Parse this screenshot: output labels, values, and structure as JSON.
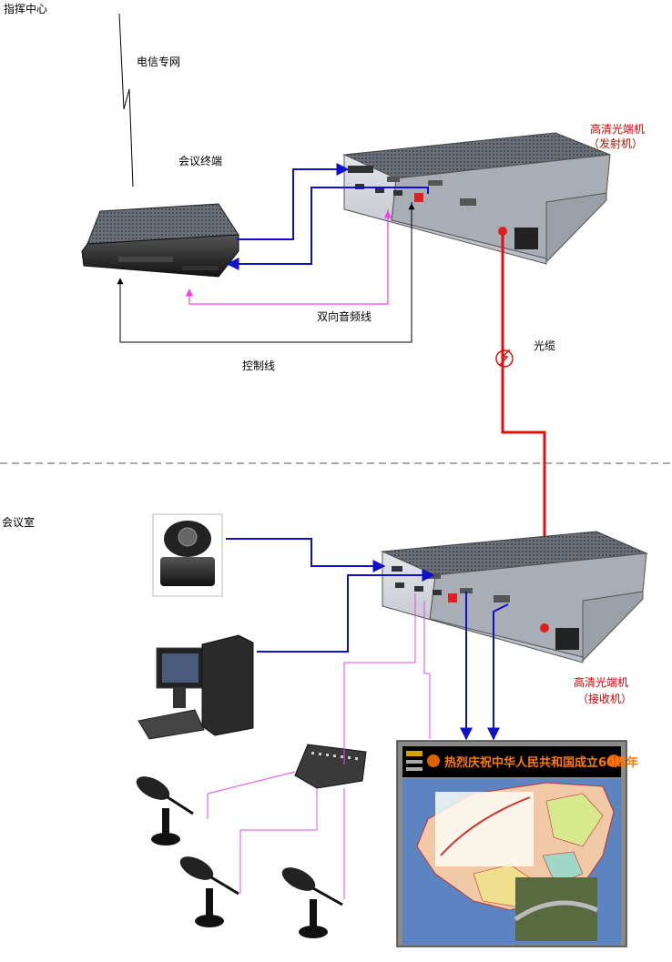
{
  "labels": {
    "command_center": "指挥中心",
    "telecom_network": "电信专网",
    "conference_terminal": "会议终端",
    "hd_optical_tx_line1": "高清光端机",
    "hd_optical_tx_line2": "（发射机）",
    "bidirectional_audio": "双向音频线",
    "control_line": "控制线",
    "optical_cable": "光缆",
    "meeting_room": "会议室",
    "hd_optical_rx_line1": "高清光端机",
    "hd_optical_rx_line2": "（接收机）"
  },
  "led_banner": "热烈庆祝中华人民共和国成立60周年",
  "colors": {
    "video_line": "#1010c8",
    "audio_line": "#ee44ee",
    "control_line": "#000000",
    "fiber_line": "#e01010",
    "label_red": "#d40000",
    "device_body": "#c8ccd2",
    "led_text": "#ff7a00"
  }
}
